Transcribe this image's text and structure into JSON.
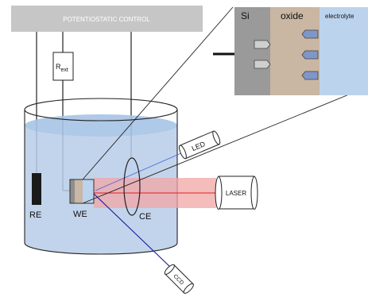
{
  "control_box": {
    "label": "POTENTIOSTATIC CONTROL"
  },
  "resistor": {
    "label": "R",
    "subscript": "ext"
  },
  "inset": {
    "si_label": "Si",
    "oxide_label": "oxide",
    "electrolyte_label": "electrolyte"
  },
  "electrodes": {
    "re_label": "RE",
    "we_label": "WE",
    "ce_label": "CE"
  },
  "led_label": "LED",
  "laser_label": "LASER",
  "ccd_label": "CCD",
  "colors": {
    "control_box_fill": "#c6c6c6",
    "liquid": "#b7cde8",
    "liquid_top": "#9fbde3",
    "si": "#9a9a9a",
    "oxide": "#c9b6a3",
    "electrolyte": "#bcd3ee",
    "laser_beam": "#f2a6a6",
    "led_beam": "#4466dd",
    "ccd_beam": "#1a1a99",
    "re_electrode": "#1a1a1a"
  }
}
